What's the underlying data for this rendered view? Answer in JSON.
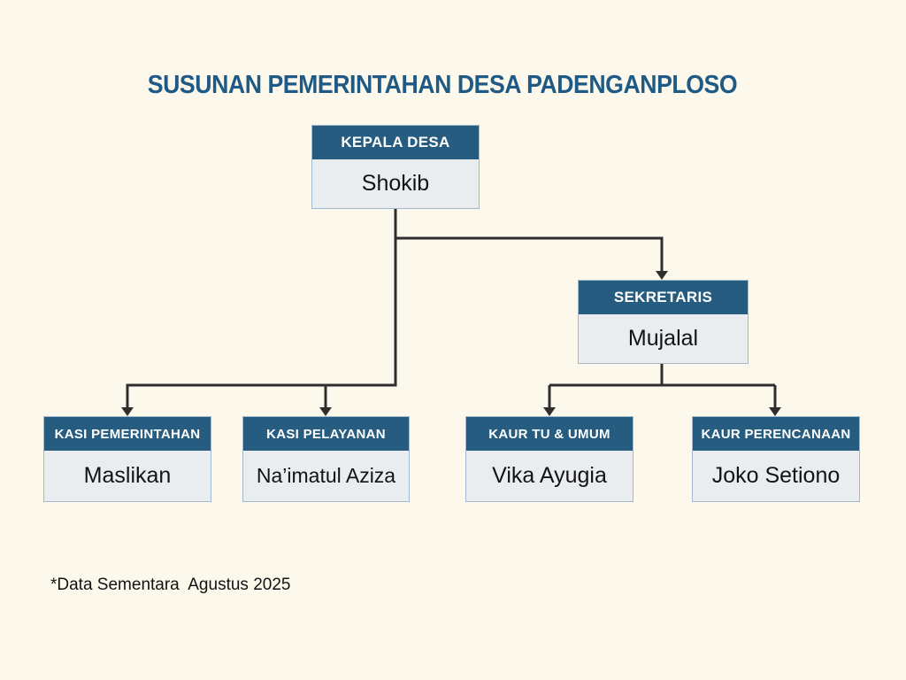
{
  "page": {
    "title": "SUSUNAN PEMERINTAHAN DESA PADENGANPLOSO",
    "footnote": "*Data Sementara  Agustus 2025"
  },
  "colors": {
    "background": "#FDF8EC",
    "title": "#1E5A85",
    "header_fill": "#255C80",
    "header_text": "#FFFFFF",
    "body_fill": "#EAEDF0",
    "body_text": "#131313",
    "box_border": "#A2B8CC",
    "connector": "#2E2E2E"
  },
  "chart_data": {
    "type": "org-chart",
    "title": "SUSUNAN PEMERINTAHAN DESA PADENGANPLOSO",
    "nodes": [
      {
        "id": "kepala-desa",
        "role": "KEPALA DESA",
        "name": "Shokib",
        "reports_to": null
      },
      {
        "id": "sekretaris",
        "role": "SEKRETARIS",
        "name": "Mujalal",
        "reports_to": "kepala-desa"
      },
      {
        "id": "kasi-pemerintahan",
        "role": "KASI PEMERINTAHAN",
        "name": "Maslikan",
        "reports_to": "kepala-desa"
      },
      {
        "id": "kasi-pelayanan",
        "role": "KASI PELAYANAN",
        "name": "Na’imatul Aziza",
        "reports_to": "kepala-desa"
      },
      {
        "id": "kaur-tu-umum",
        "role": "KAUR TU & UMUM",
        "name": "Vika Ayugia",
        "reports_to": "sekretaris"
      },
      {
        "id": "kaur-perencanaan",
        "role": "KAUR PERENCANAAN",
        "name": "Joko Setiono",
        "reports_to": "sekretaris"
      }
    ],
    "edges": [
      {
        "from": "kepala-desa",
        "to": "sekretaris"
      },
      {
        "from": "kepala-desa",
        "to": "kasi-pemerintahan"
      },
      {
        "from": "kepala-desa",
        "to": "kasi-pelayanan"
      },
      {
        "from": "sekretaris",
        "to": "kaur-tu-umum"
      },
      {
        "from": "sekretaris",
        "to": "kaur-perencanaan"
      }
    ]
  }
}
